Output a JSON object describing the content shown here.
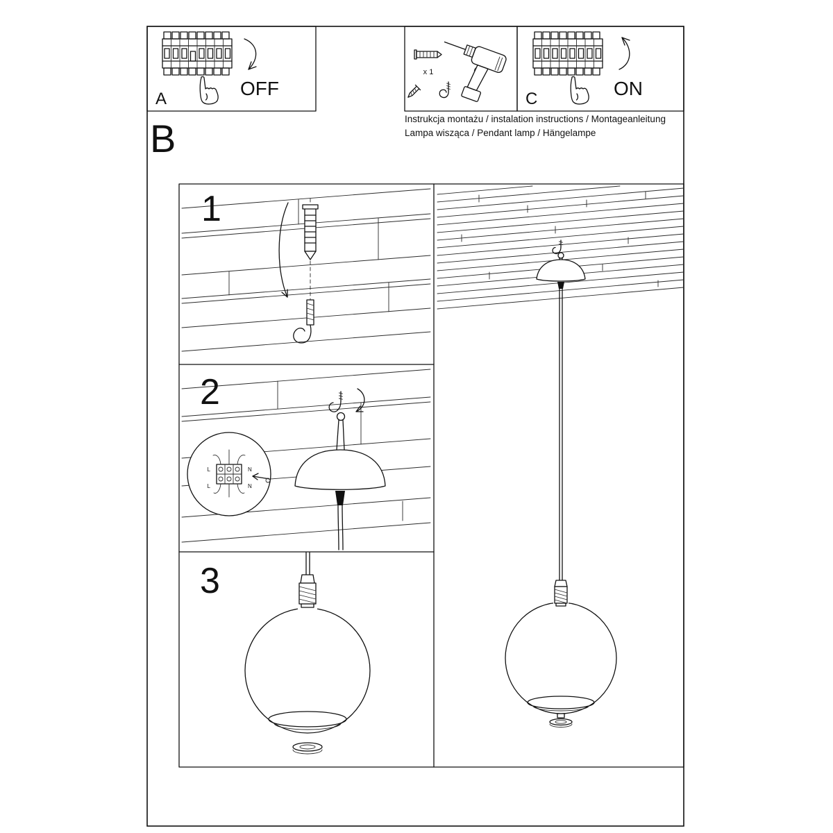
{
  "header": {
    "instructions": "Instrukcja montażu / instalation instructions / Montageanleitung",
    "product": "Lampa wisząca / Pendant lamp / Hängelampe"
  },
  "panel_a": {
    "label": "A",
    "state": "OFF"
  },
  "panel_b": {
    "label": "B"
  },
  "panel_c": {
    "label": "C",
    "state": "ON"
  },
  "tools": {
    "anchor_count": "x 1"
  },
  "steps": {
    "one": "1",
    "two": "2",
    "three": "3"
  },
  "wiring": {
    "live": "L",
    "neutral": "N"
  }
}
